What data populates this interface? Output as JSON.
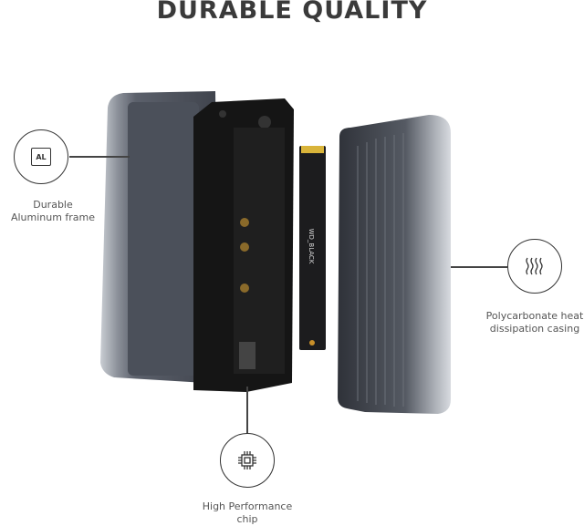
{
  "title": "DURABLE QUALITY",
  "features": [
    {
      "icon": "aluminum-icon",
      "icon_text": "AL",
      "line1": "Durable",
      "line2": "Aluminum frame"
    },
    {
      "icon": "heat-waves-icon",
      "line1": "Polycarbonate heat",
      "line2": "dissipation casing"
    },
    {
      "icon": "chip-icon",
      "line1": "High Performance",
      "line2": "chip"
    }
  ],
  "ssd_logo": "WD_BLACK"
}
